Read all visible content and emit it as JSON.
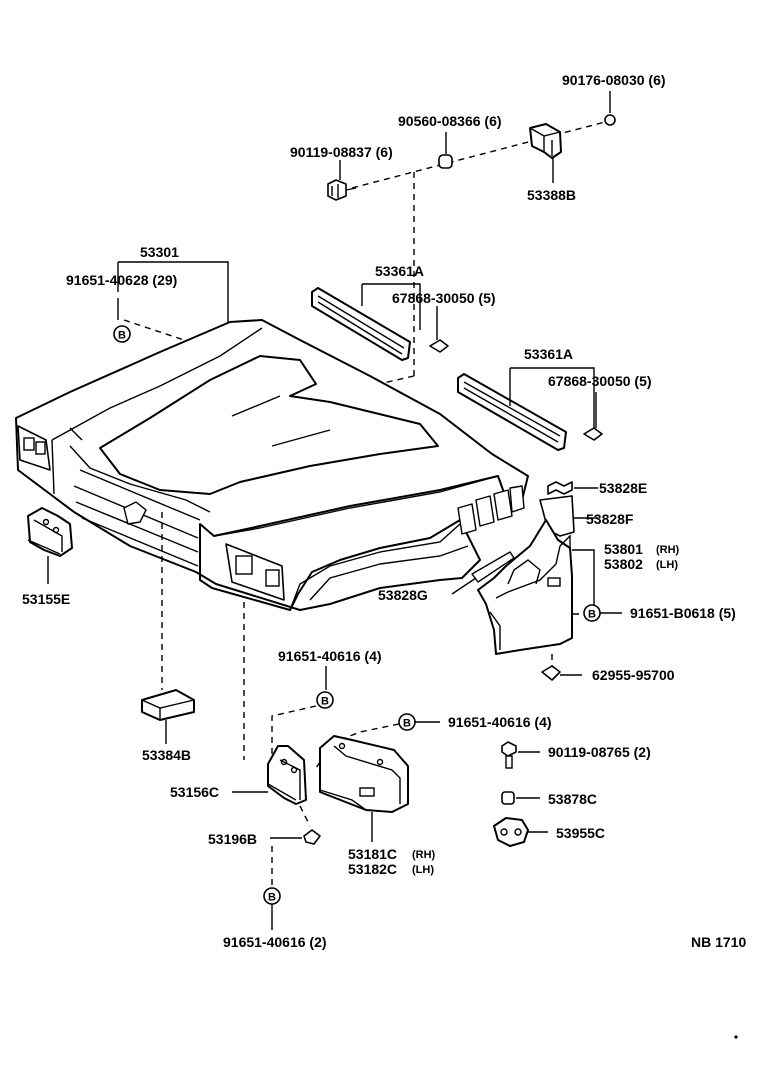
{
  "labels": {
    "p90176": "90176-08030 (6)",
    "p90560": "90560-08366 (6)",
    "p90119a": "90119-08837 (6)",
    "p53388B": "53388B",
    "p53301": "53301",
    "p91651_29": "91651-40628 (29)",
    "p53361A_1": "53361A",
    "p67868_1": "67868-30050 (5)",
    "p53361A_2": "53361A",
    "p67868_2": "67868-30050 (5)",
    "p53828E": "53828E",
    "p53828F": "53828F",
    "p53801": "53801",
    "p53801_side": "(RH)",
    "p53802": "53802",
    "p53802_side": "(LH)",
    "p53828G": "53828G",
    "p91651B": "91651-B0618 (5)",
    "p62955": "62955-95700",
    "p53155E": "53155E",
    "p91651_4a": "91651-40616 (4)",
    "p91651_4b": "91651-40616 (4)",
    "p90119b": "90119-08765 (2)",
    "p53384B": "53384B",
    "p53156C": "53156C",
    "p53878C": "53878C",
    "p53955C": "53955C",
    "p53196B": "53196B",
    "p53181C": "53181C",
    "p53181C_side": "(RH)",
    "p53182C": "53182C",
    "p53182C_side": "(LH)",
    "p91651_2": "91651-40616 (2)",
    "ref": "NB  1710",
    "circle_mark": "B"
  }
}
